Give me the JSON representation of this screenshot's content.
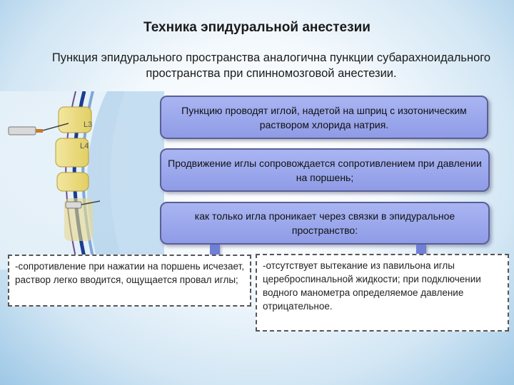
{
  "title": "Техника эпидуральной анестезии",
  "subtitle": "Пункция эпидурального пространства аналогична пункции субарахноидального пространства при спинномозговой анестезии.",
  "illustration": {
    "labels": [
      "L3",
      "L4"
    ]
  },
  "steps": [
    "Пункцию проводят иглой, надетой на шприц с изотоническим раствором хлорида натрия.",
    "Продвижение иглы сопровождается сопротивлением при давлении на поршень;",
    "как только игла проникает через связки в эпидуральное пространство:"
  ],
  "outcomes": {
    "left": "-сопротивление при нажатии на поршень исчезает, раствор легко вводится, ощущается провал иглы;",
    "right": "-отсутствует вытекание из павильона иглы цереброспинальной жидкости; при подключении водного манометра определяемое давление отрицательное."
  },
  "colors": {
    "box_fill": "#9aa6ee",
    "box_border": "#5a5f96",
    "arrow": "#6f7ed6",
    "background_edge": "#9ec8e6"
  }
}
